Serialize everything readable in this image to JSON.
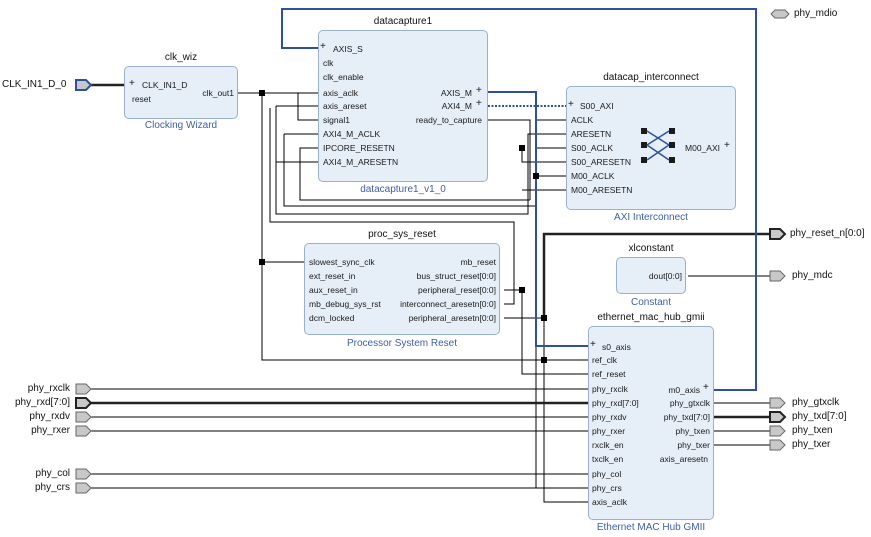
{
  "colors": {
    "block_fill": "#e6eef8",
    "block_border": "#9ab0cc",
    "wire": "#000000",
    "bus_wire": "#2f4f9f",
    "subtitle": "#3f5fa8",
    "port_fill": "#c8c8c8"
  },
  "external_ports": {
    "clk_in": "CLK_IN1_D_0",
    "phy_mdio": "phy_mdio",
    "phy_reset_n": "phy_reset_n[0:0]",
    "phy_mdc": "phy_mdc",
    "phy_rxclk": "phy_rxclk",
    "phy_rxd": "phy_rxd[7:0]",
    "phy_rxdv": "phy_rxdv",
    "phy_rxer": "phy_rxer",
    "phy_col": "phy_col",
    "phy_crs": "phy_crs",
    "phy_gtxclk": "phy_gtxclk",
    "phy_txd": "phy_txd[7:0]",
    "phy_txen": "phy_txen",
    "phy_txer": "phy_txer"
  },
  "blocks": {
    "clk_wiz": {
      "name": "clk_wiz",
      "subtitle": "Clocking Wizard",
      "inputs": [
        "CLK_IN1_D",
        "reset"
      ],
      "outputs": [
        "clk_out1"
      ]
    },
    "datacapture1": {
      "name": "datacapture1",
      "subtitle": "datacapture1_v1_0",
      "inputs": [
        "AXIS_S",
        "clk",
        "clk_enable",
        "axis_aclk",
        "axis_areset",
        "signal1",
        "AXI4_M_ACLK",
        "IPCORE_RESETN",
        "AXI4_M_ARESETN"
      ],
      "outputs": [
        "AXIS_M",
        "AXI4_M",
        "ready_to_capture"
      ]
    },
    "interconnect": {
      "name": "datacap_interconnect",
      "subtitle": "AXI Interconnect",
      "inputs": [
        "S00_AXI",
        "ACLK",
        "ARESETN",
        "S00_ACLK",
        "S00_ARESETN",
        "M00_ACLK",
        "M00_ARESETN"
      ],
      "outputs": [
        "M00_AXI"
      ]
    },
    "proc_sys_reset": {
      "name": "proc_sys_reset",
      "subtitle": "Processor System Reset",
      "inputs": [
        "slowest_sync_clk",
        "ext_reset_in",
        "aux_reset_in",
        "mb_debug_sys_rst",
        "dcm_locked"
      ],
      "outputs": [
        "mb_reset",
        "bus_struct_reset[0:0]",
        "peripheral_reset[0:0]",
        "interconnect_aresetn[0:0]",
        "peripheral_aresetn[0:0]"
      ]
    },
    "xlconstant": {
      "name": "xlconstant",
      "subtitle": "Constant",
      "outputs": [
        "dout[0:0]"
      ]
    },
    "mac": {
      "name": "ethernet_mac_hub_gmii",
      "subtitle": "Ethernet MAC Hub GMII",
      "inputs": [
        "s0_axis",
        "ref_clk",
        "ref_reset",
        "phy_rxclk",
        "phy_rxd[7:0]",
        "phy_rxdv",
        "phy_rxer",
        "rxclk_en",
        "txclk_en",
        "phy_col",
        "phy_crs",
        "axis_aclk"
      ],
      "outputs": [
        "m0_axis",
        "phy_gtxclk",
        "phy_txd[7:0]",
        "phy_txen",
        "phy_txer",
        "axis_aresetn"
      ]
    }
  }
}
